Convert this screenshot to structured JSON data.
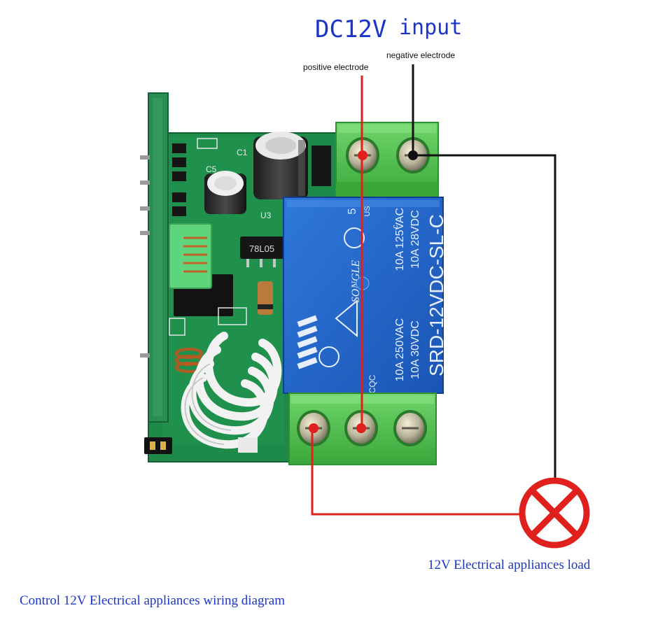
{
  "title": {
    "main": "DC12V",
    "suffix": "input"
  },
  "terminals": {
    "positive": "positive electrode",
    "negative": "negative electrode"
  },
  "relay": {
    "brand": "SONGLE",
    "model": "SRD-12VDC-SL-C",
    "pin_count": "5",
    "rating_top_1": "10A 125VAC",
    "rating_top_2": "10A 28VDC",
    "rating_bottom_1": "10A 250VAC",
    "rating_bottom_2": "10A 30VDC",
    "cert": "CQC",
    "ul_mark": "US",
    "c_mark": "c"
  },
  "pcb": {
    "regulator": "78L05",
    "marks": [
      "C1",
      "U3",
      "C5"
    ]
  },
  "load_label": "12V Electrical appliances load",
  "caption": "Control 12V Electrical appliances wiring diagram",
  "colors": {
    "label_blue": "#1c35c9",
    "positive_wire": "#e0201c",
    "negative_wire": "#111111",
    "terminal_green": "#4cc04a",
    "relay_blue": "#1f63c8",
    "pcb_green": "#1d8a4a"
  }
}
